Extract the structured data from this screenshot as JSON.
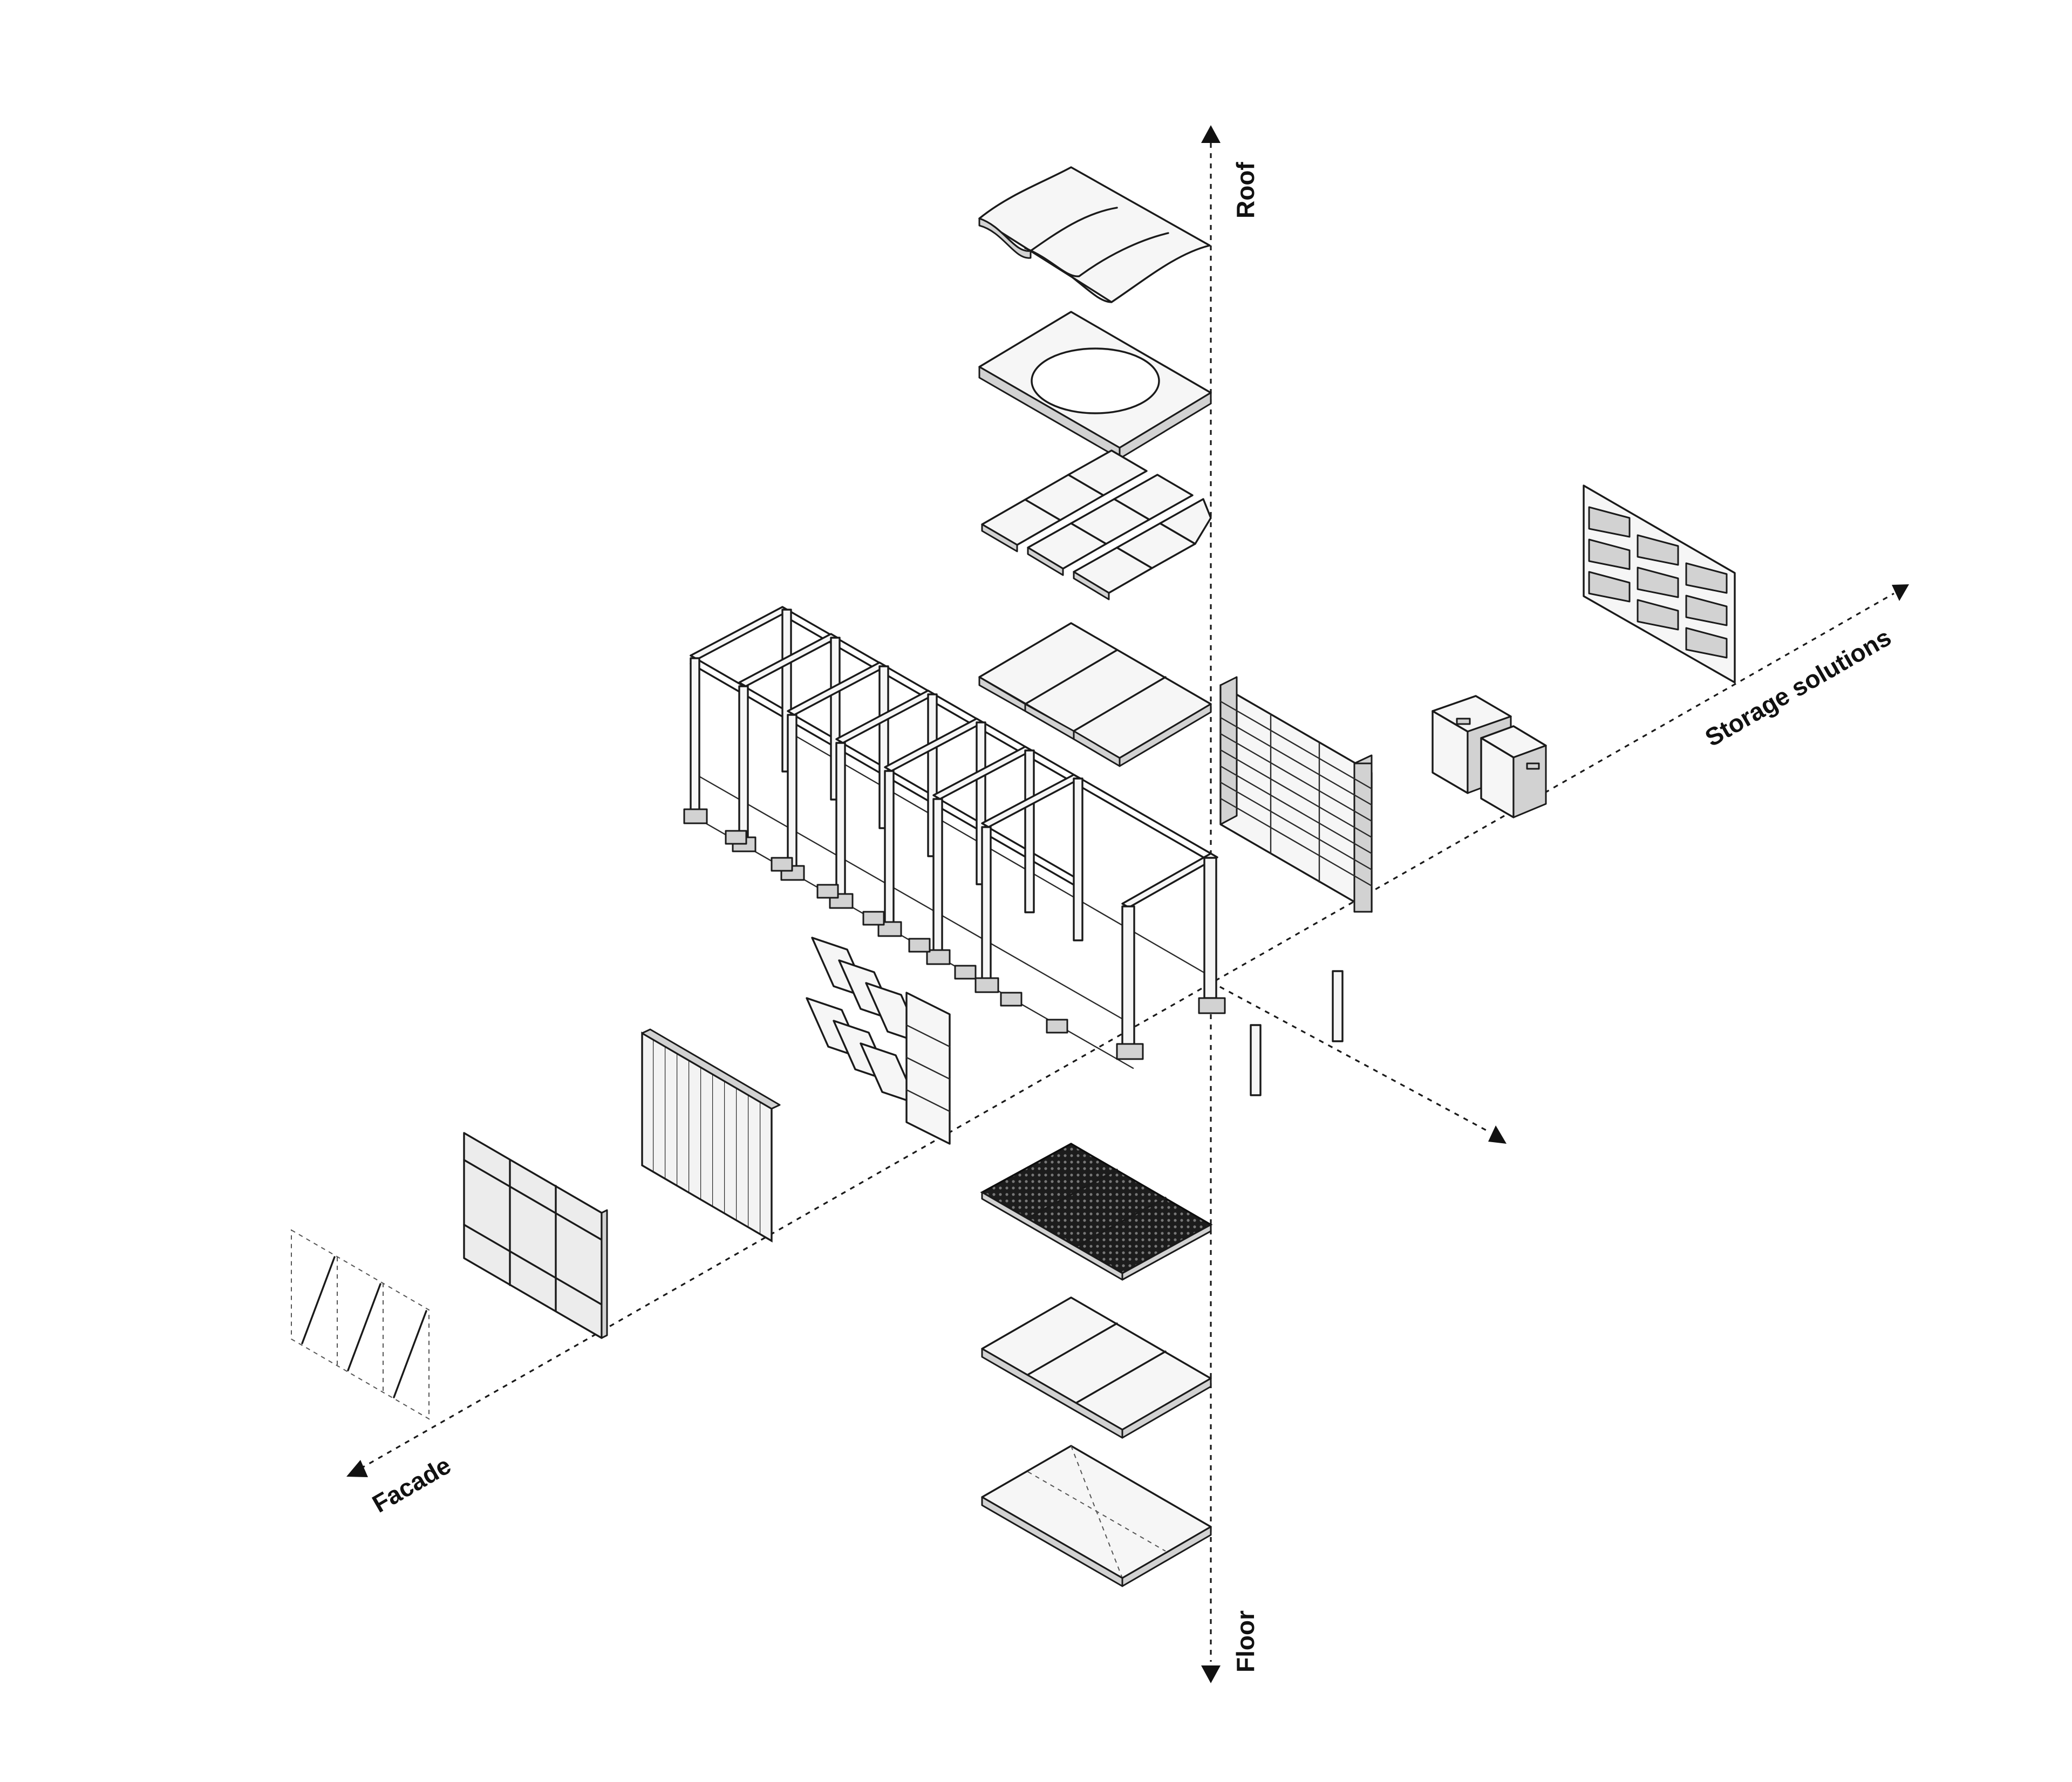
{
  "axes": {
    "roof": "Roof",
    "floor": "Floor",
    "facade": "Facade",
    "storage": "Storage solutions"
  }
}
